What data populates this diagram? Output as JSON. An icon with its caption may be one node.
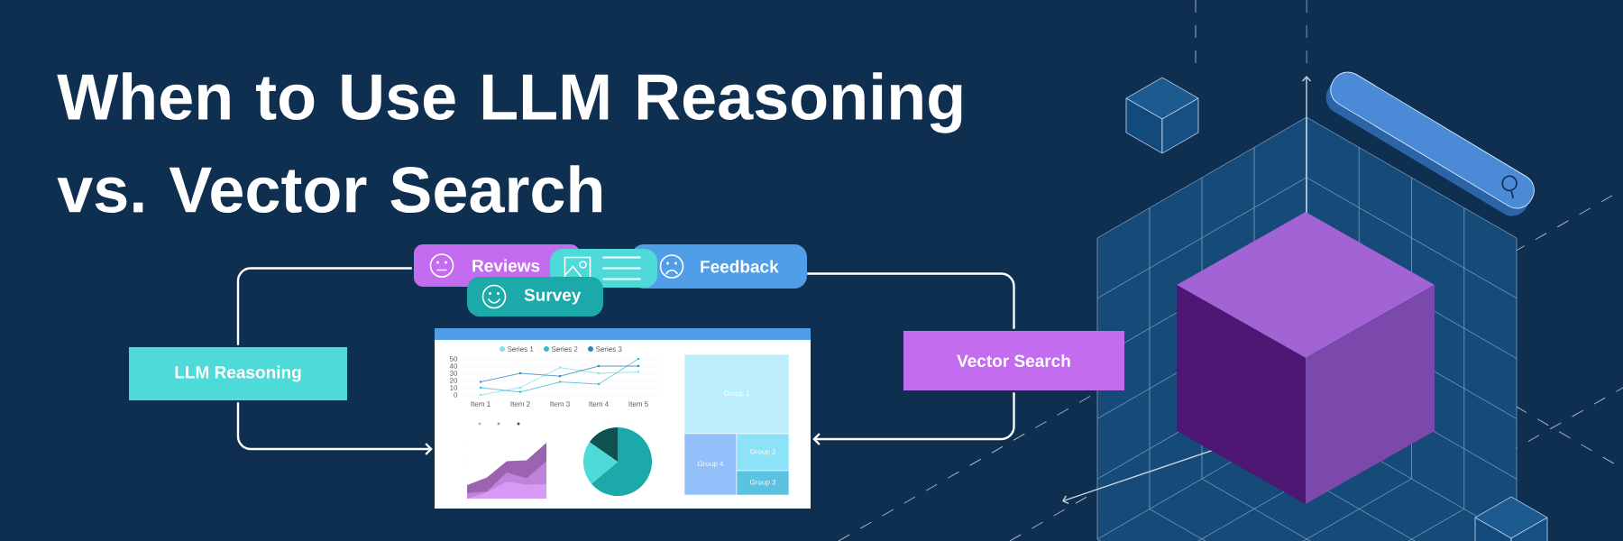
{
  "diagram": {
    "title": "When to Use LLM Reasoning vs. Vector Search",
    "nodes": [
      {
        "text": [
          "LLM Reasoning"
        ]
      },
      {
        "text": [
          "Reviews"
        ]
      },
      {
        "text": [
          "Survey"
        ]
      },
      {
        "text": [],
        "shape": "box"
      },
      {
        "text": [
          "Feedback"
        ]
      },
      {
        "text": [],
        "shape": "picture"
      },
      {
        "text": [
          "Vector Search"
        ]
      }
    ],
    "edges": [
      {
        "from": 0,
        "to": 1,
        "arrow": "none"
      },
      {
        "from": 4,
        "to": 6,
        "arrow": "none"
      },
      {
        "from": 0,
        "to": 5,
        "arrow": "to"
      },
      {
        "from": 6,
        "to": 5,
        "arrow": "to"
      }
    ],
    "labels": [
      "Series 1",
      "Series 2",
      "Series 3",
      "50",
      "40",
      "30",
      "20",
      "10",
      "0",
      "Item 1",
      "Item 2",
      "Item 3",
      "Item 4",
      "Item 5",
      "Group 1",
      "Group 4",
      "Group 2",
      "Group 3"
    ]
  }
}
